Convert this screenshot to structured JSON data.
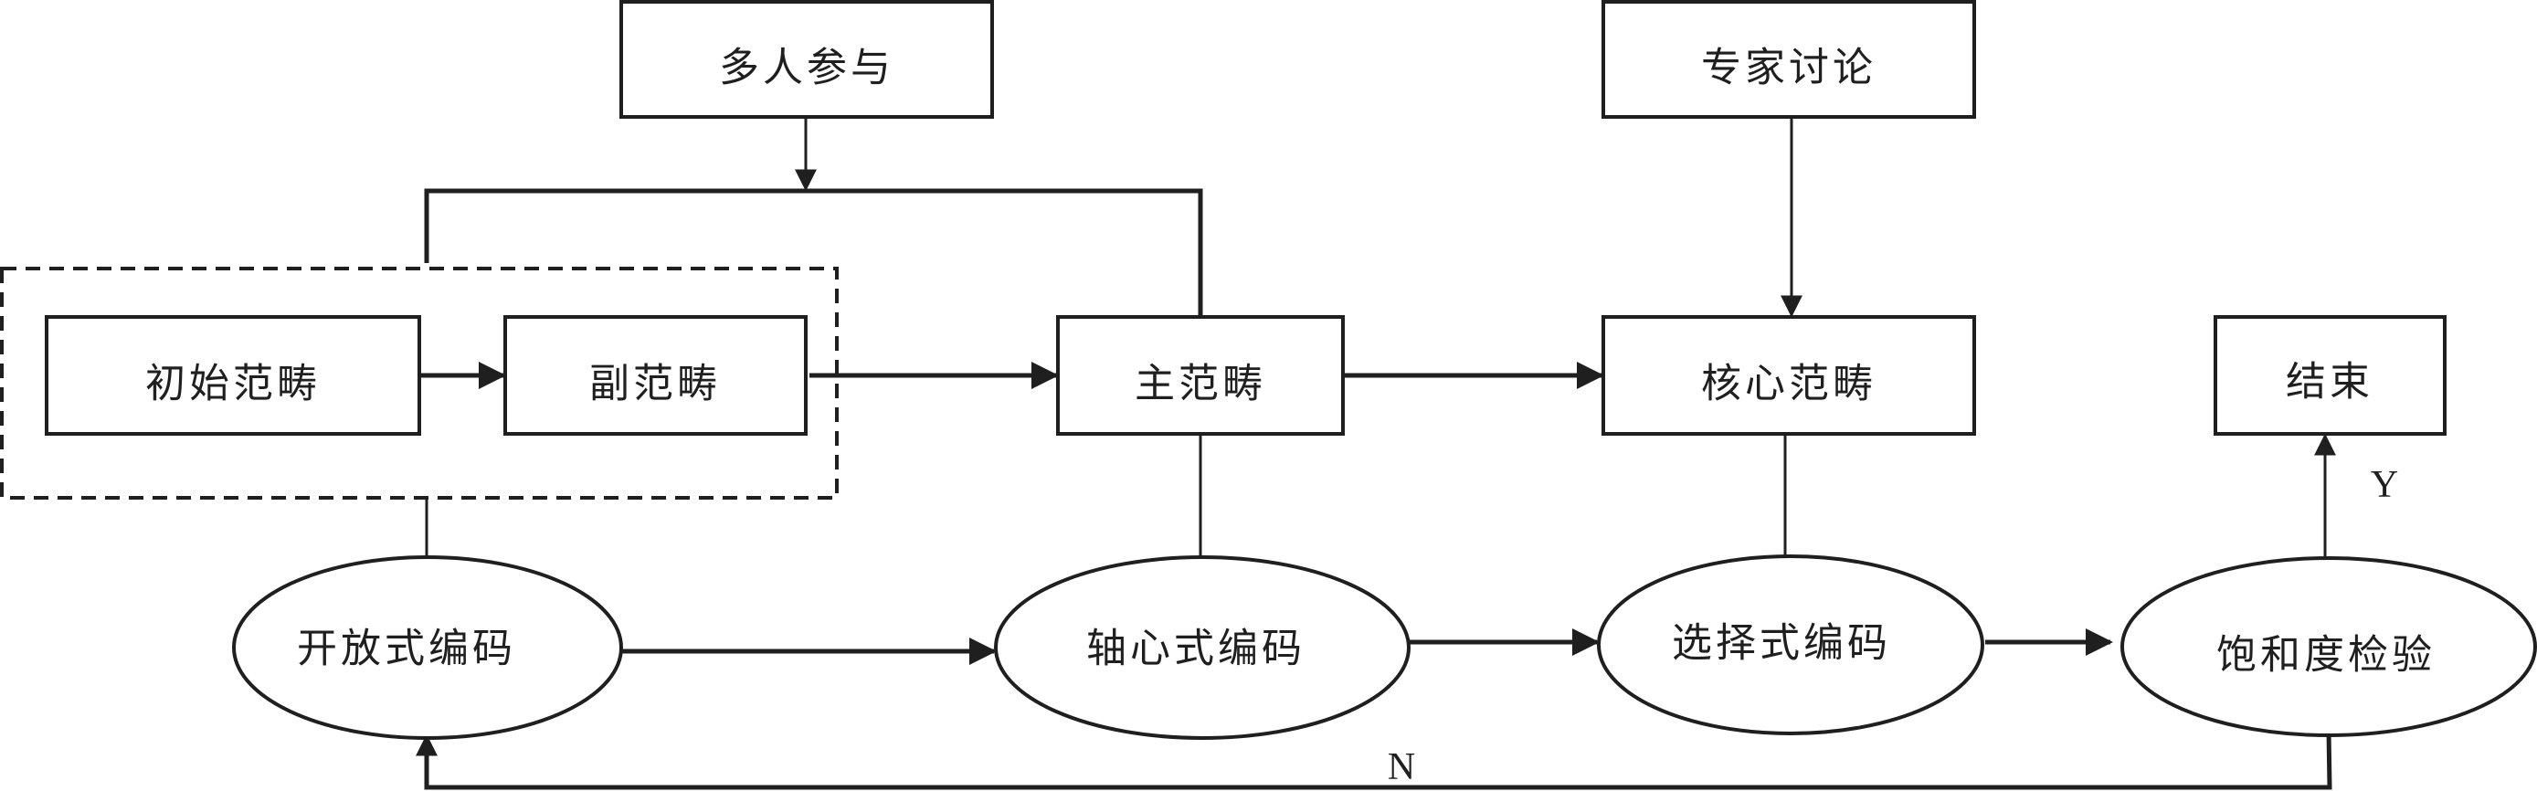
{
  "diagram": {
    "type": "flowchart",
    "colors": {
      "stroke": "#1f1f1f",
      "background": "#ffffff",
      "text": "#1f1f1f"
    },
    "nodes": {
      "multi_participation": {
        "label": "多人参与",
        "shape": "rectangle"
      },
      "expert_discussion": {
        "label": "专家讨论",
        "shape": "rectangle"
      },
      "initial_category": {
        "label": "初始范畴",
        "shape": "rectangle"
      },
      "sub_category": {
        "label": "副范畴",
        "shape": "rectangle"
      },
      "main_category": {
        "label": "主范畴",
        "shape": "rectangle"
      },
      "core_category": {
        "label": "核心范畴",
        "shape": "rectangle"
      },
      "end": {
        "label": "结束",
        "shape": "rectangle"
      },
      "open_coding": {
        "label": "开放式编码",
        "shape": "ellipse"
      },
      "axial_coding": {
        "label": "轴心式编码",
        "shape": "ellipse"
      },
      "selective_coding": {
        "label": "选择式编码",
        "shape": "ellipse"
      },
      "saturation_test": {
        "label": "饱和度检验",
        "shape": "ellipse"
      }
    },
    "groups": [
      {
        "name": "initial-and-sub-category-group",
        "style": "dashed",
        "members": [
          "initial_category",
          "sub_category"
        ]
      }
    ],
    "edges": [
      {
        "from": "multi_participation",
        "to": "bracket(initial/sub group, main_category)",
        "arrow": true
      },
      {
        "from": "initial_category",
        "to": "sub_category",
        "arrow": true
      },
      {
        "from": "sub_category",
        "to": "main_category",
        "arrow": true
      },
      {
        "from": "main_category",
        "to": "core_category",
        "arrow": true
      },
      {
        "from": "expert_discussion",
        "to": "core_category",
        "arrow": true
      },
      {
        "from": "open_coding",
        "to": "axial_coding",
        "arrow": true
      },
      {
        "from": "axial_coding",
        "to": "selective_coding",
        "arrow": true
      },
      {
        "from": "selective_coding",
        "to": "saturation_test",
        "arrow": true
      },
      {
        "from": "saturation_test",
        "to": "end",
        "arrow": true,
        "label": "Y"
      },
      {
        "from": "saturation_test",
        "to": "open_coding",
        "arrow": true,
        "label": "N"
      },
      {
        "from": "open_coding",
        "to": "initial/sub group",
        "arrow": false
      },
      {
        "from": "axial_coding",
        "to": "main_category",
        "arrow": false
      },
      {
        "from": "selective_coding",
        "to": "core_category",
        "arrow": false
      }
    ],
    "edge_labels": {
      "yes": "Y",
      "no": "N"
    }
  }
}
